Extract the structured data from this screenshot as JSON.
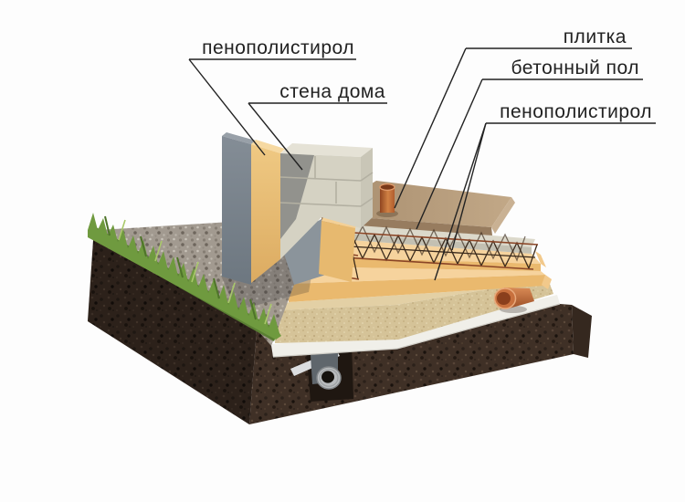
{
  "figure": {
    "type": "construction-cross-section",
    "subject": "insulated slab foundation with drainage, 3d cutaway"
  },
  "labels": {
    "insulation_left": "пенополистирол",
    "house_wall": "стена дома",
    "tile": "плитка",
    "concrete_floor": "бетонный пол",
    "insulation_right": "пенополистирол"
  },
  "colors": {
    "bg": "#fdfdfd",
    "ink": "#222222",
    "soil": "#3f3026",
    "soil_dark": "#2c211a",
    "grass": "#6f9a3f",
    "grass_dark": "#4e7429",
    "grass_light": "#a9c86a",
    "gravel": "#a29a90",
    "sand": "#d5c398",
    "sand_top": "#e3d0a5",
    "foam": "#eab96e",
    "foam_light": "#f6d39d",
    "wall_foam": "#e9bd74",
    "concrete_block": "#d5d2c3",
    "concrete_block_top": "#e5e2d6",
    "panel": "#78828b",
    "slab": "#b3977a",
    "slab_edge": "#977c5f",
    "concrete_floor": "#dcd9cb",
    "footing": "#f0efe9",
    "pipe_orange": "#c8703d",
    "pipe_silver": "#b9bcbe",
    "rebar_dark": "#3a2a1c",
    "rebar_red": "#8a4526"
  }
}
